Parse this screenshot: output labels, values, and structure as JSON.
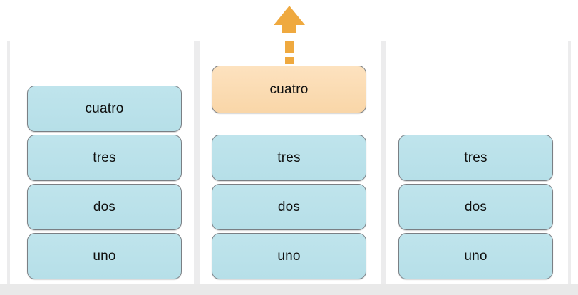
{
  "diagram": {
    "title": "stack-pop-sequence",
    "background_color": "#ffffff",
    "footer_strip_color": "#e9e9e9",
    "panel_edge_color": "#ececed",
    "box_border_color": "#7a7f84",
    "blue_fill": "#b9e1ea",
    "orange_fill": "#fbdcb4",
    "arrow_color": "#efa93f",
    "text_color": "#10100f"
  },
  "arrow": {
    "name": "pop-arrow",
    "direction": "up",
    "style": "dashed",
    "color": "#efa93f"
  },
  "columns": [
    {
      "name": "column-1",
      "boxes": [
        {
          "label": "cuatro",
          "state": "in-stack",
          "color": "blue"
        },
        {
          "label": "tres",
          "state": "in-stack",
          "color": "blue"
        },
        {
          "label": "dos",
          "state": "in-stack",
          "color": "blue"
        },
        {
          "label": "uno",
          "state": "in-stack",
          "color": "blue"
        }
      ]
    },
    {
      "name": "column-2",
      "boxes": [
        {
          "label": "cuatro",
          "state": "popped",
          "color": "orange"
        },
        {
          "label": "tres",
          "state": "in-stack",
          "color": "blue"
        },
        {
          "label": "dos",
          "state": "in-stack",
          "color": "blue"
        },
        {
          "label": "uno",
          "state": "in-stack",
          "color": "blue"
        }
      ]
    },
    {
      "name": "column-3",
      "boxes": [
        {
          "label": "tres",
          "state": "in-stack",
          "color": "blue"
        },
        {
          "label": "dos",
          "state": "in-stack",
          "color": "blue"
        },
        {
          "label": "uno",
          "state": "in-stack",
          "color": "blue"
        }
      ]
    }
  ]
}
